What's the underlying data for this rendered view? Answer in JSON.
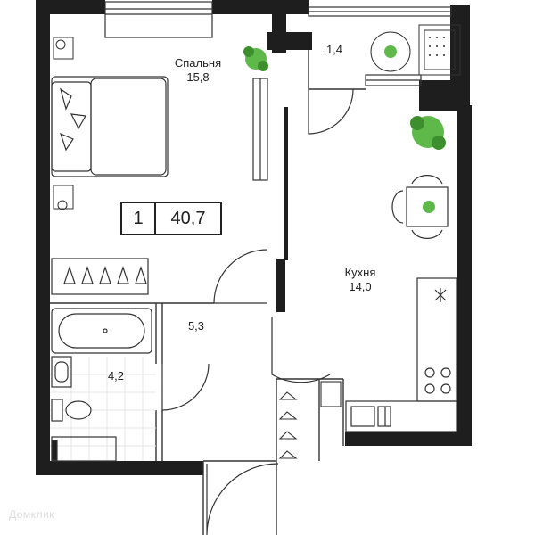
{
  "plan": {
    "rooms_count": "1",
    "total_area": "40,7",
    "rooms": [
      {
        "name": "Спальня",
        "area": "15,8"
      },
      {
        "name": "",
        "area": "1,4"
      },
      {
        "name": "Кухня",
        "area": "14,0"
      },
      {
        "name": "",
        "area": "5,3"
      },
      {
        "name": "",
        "area": "4,2"
      }
    ]
  },
  "colors": {
    "wall": "#1e1e1e",
    "line": "#333333",
    "plant": "#5fb84a",
    "plant_dark": "#3d8f2e",
    "tile": "#e6e6e6"
  },
  "watermark": "Домклик"
}
